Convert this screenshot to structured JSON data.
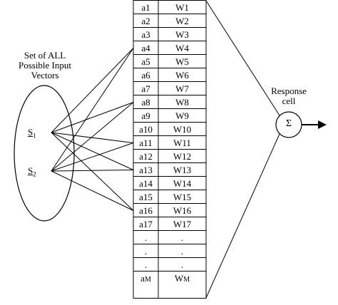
{
  "input_set": {
    "caption_lines": [
      "Set of ALL",
      "Possible Input",
      "Vectors"
    ],
    "s1_letter": "S",
    "s1_sub": "1",
    "s2_letter": "S",
    "s2_sub": "2"
  },
  "table": {
    "rows": [
      {
        "a": "a1",
        "w": "W1"
      },
      {
        "a": "a2",
        "w": "W2"
      },
      {
        "a": "a3",
        "w": "W3"
      },
      {
        "a": "a4",
        "w": "W4"
      },
      {
        "a": "a5",
        "w": "W5"
      },
      {
        "a": "a6",
        "w": "W6"
      },
      {
        "a": "a7",
        "w": "W7"
      },
      {
        "a": "a8",
        "w": "W8"
      },
      {
        "a": "a9",
        "w": "W9"
      },
      {
        "a": "a10",
        "w": "W10"
      },
      {
        "a": "a11",
        "w": "W11"
      },
      {
        "a": "a12",
        "w": "W12"
      },
      {
        "a": "a13",
        "w": "W13"
      },
      {
        "a": "a14",
        "w": "W14"
      },
      {
        "a": "a15",
        "w": "W15"
      },
      {
        "a": "a16",
        "w": "W16"
      },
      {
        "a": "a17",
        "w": "W17"
      },
      {
        "a": ".",
        "w": "."
      },
      {
        "a": ".",
        "w": "."
      },
      {
        "a": ".",
        "w": "."
      },
      {
        "a": "aM",
        "w": "WM"
      }
    ]
  },
  "response": {
    "caption_lines": [
      "Response",
      "cell"
    ],
    "symbol": "Σ"
  },
  "connections": {
    "s1": [
      "a4",
      "a8",
      "a11",
      "a13",
      "a16"
    ],
    "s2": [
      "a4",
      "a8",
      "a11",
      "a13",
      "a16"
    ]
  },
  "colors": {
    "stroke": "#000000",
    "background": "#ffffff"
  }
}
